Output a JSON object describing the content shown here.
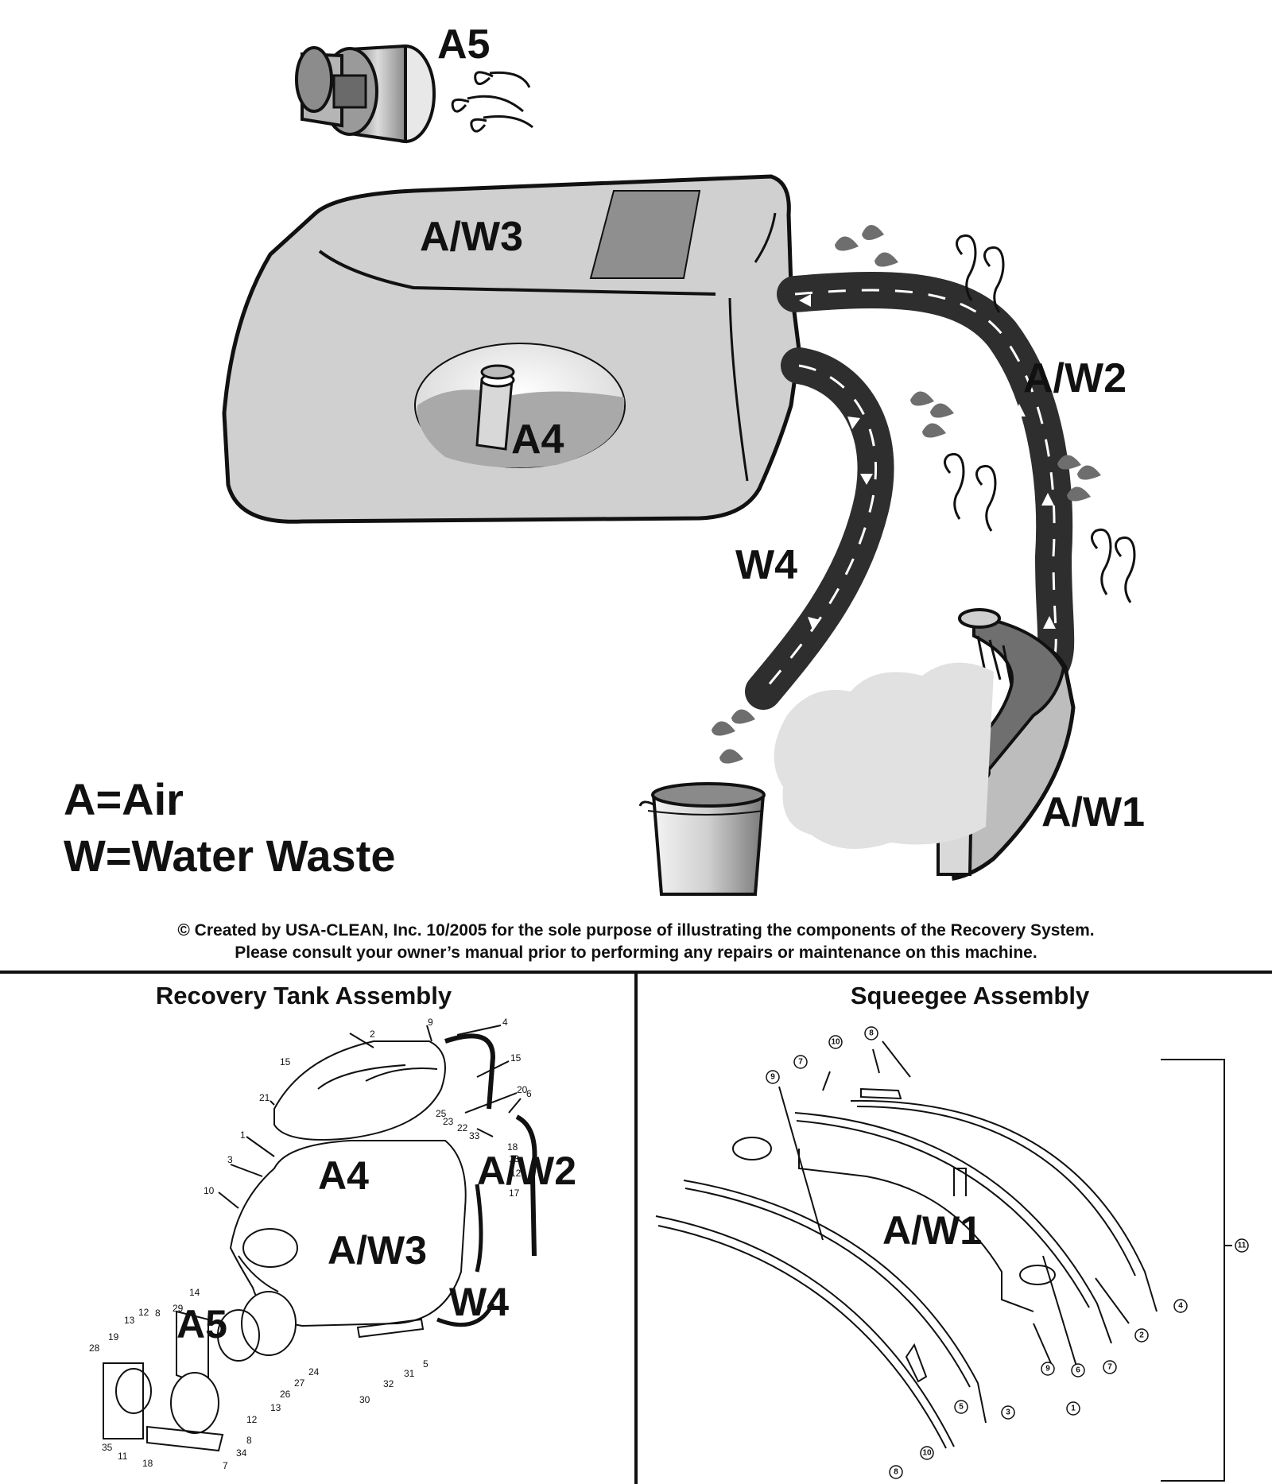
{
  "main_diagram": {
    "labels": {
      "a5": "A5",
      "aw3": "A/W3",
      "a4": "A4",
      "aw2": "A/W2",
      "w4": "W4",
      "aw1": "A/W1"
    },
    "legend": {
      "air": "A=Air",
      "water": "W=Water Waste"
    },
    "copyright_line1": "© Created by USA-CLEAN, Inc. 10/2005 for the sole purpose of illustrating the components of the Recovery System.",
    "copyright_line2": "Please consult your owner’s manual prior to performing any repairs or maintenance on this machine."
  },
  "recovery_panel": {
    "title": "Recovery Tank Assembly",
    "overlay_labels": {
      "a4": "A4",
      "aw2": "A/W2",
      "aw3": "A/W3",
      "w4": "W4",
      "a5": "A5"
    },
    "callouts": [
      "2",
      "9",
      "4",
      "15",
      "15",
      "21",
      "20",
      "6",
      "25",
      "23",
      "22",
      "33",
      "18",
      "13",
      "12",
      "17",
      "1",
      "3",
      "10",
      "14",
      "29",
      "8",
      "12",
      "13",
      "19",
      "28",
      "24",
      "27",
      "26",
      "13",
      "12",
      "5",
      "31",
      "32",
      "30",
      "8",
      "34",
      "35",
      "11",
      "18",
      "7"
    ]
  },
  "squeegee_panel": {
    "title": "Squeegee Assembly",
    "overlay_labels": {
      "aw1": "A/W1"
    },
    "callouts": [
      "8",
      "10",
      "7",
      "9",
      "11",
      "4",
      "2",
      "7",
      "6",
      "9",
      "1",
      "3",
      "5",
      "8",
      "10"
    ]
  },
  "colors": {
    "tank_fill": "#d0d0d0",
    "window_fill": "#8f8f8f",
    "hose_fill": "#2e2e2e",
    "cloud_fill": "#e1e1e1",
    "drop_fill": "#6e6e6e",
    "squeegee_fill": "#bdbdbd"
  }
}
